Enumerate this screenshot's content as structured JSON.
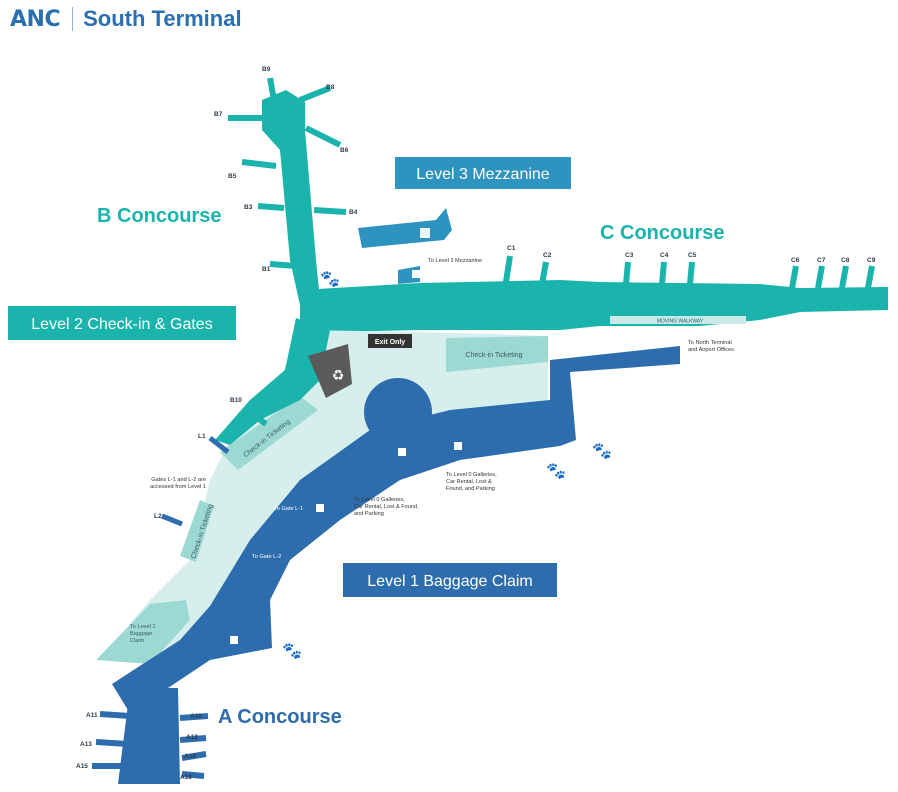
{
  "header": {
    "logo": "ANC",
    "title": "South Terminal"
  },
  "colors": {
    "level1": "#2e6dad",
    "level2": "#1bb4ad",
    "level2_light": "#9dd9d3",
    "level2_pale": "#d6efed",
    "level3": "#2f93c0",
    "label_text": "#ffffff",
    "title_blue": "#2a6fb0"
  },
  "level_labels": {
    "level3": "Level 3 Mezzanine",
    "level2": "Level 2 Check-in & Gates",
    "level1": "Level 1 Baggage Claim"
  },
  "concourses": {
    "a": "A Concourse",
    "b": "B Concourse",
    "c": "C Concourse"
  },
  "gates": {
    "b9": "B9",
    "b8": "B8",
    "b7": "B7",
    "b6": "B6",
    "b5": "B5",
    "b4": "B4",
    "b3": "B3",
    "b1": "B1",
    "b10": "B10",
    "c1": "C1",
    "c2": "C2",
    "c3": "C3",
    "c4": "C4",
    "c5": "C5",
    "c6": "C6",
    "c7": "C7",
    "c8": "C8",
    "c9": "C9",
    "l1": "L1",
    "l2": "L2",
    "a10": "A10",
    "a11": "A11",
    "a12": "A12",
    "a13": "A13",
    "a14": "A14",
    "a15": "A15",
    "a16": "A16"
  },
  "annotations": {
    "to_level3_mezz": "To Level 3 Mezzanine",
    "moving_walkway": "MOVING WALKWAY",
    "exit_only": "Exit Only",
    "checkin_ticketing": "Check-in Ticketing",
    "to_north_terminal_1": "To North Terminal",
    "to_north_terminal_2": "and Airport Offices",
    "gates_l_note_1": "Gates L-1 and L-2 are",
    "gates_l_note_2": "accessed from Level 1",
    "to_gate_l1": "To Gate L-1",
    "to_gate_l2": "To Gate L-2",
    "to_level0_a_1": "To Level 0 Galleries,",
    "to_level0_a_2": "Car Rental, Lost &",
    "to_level0_a_3": "Found, and Parking",
    "to_level0_b_1": "To Level 0 Galleries,",
    "to_level0_b_2": "Car Rental, Lost & Found,",
    "to_level0_b_3": "and Parking",
    "to_level1_baggage_1": "To Level 1",
    "to_level1_baggage_2": "Baggage",
    "to_level1_baggage_3": "Claim"
  },
  "icons": {
    "pet_relief": "paw-icon",
    "elevator": "elevator-icon",
    "restroom": "restroom-icon"
  }
}
